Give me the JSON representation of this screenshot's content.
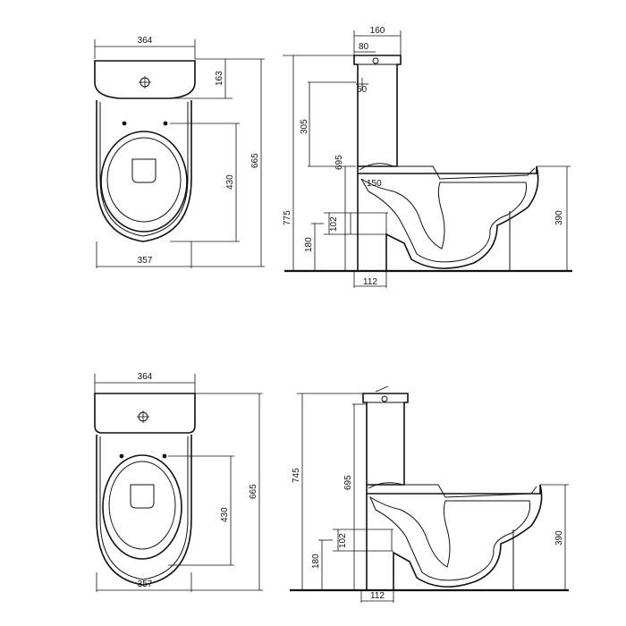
{
  "drawings": [
    {
      "top_view": {
        "width_top": "364",
        "tank_depth": "163",
        "length_total": "665",
        "seat_length": "430",
        "width_bottom": "357"
      },
      "side_view": {
        "tank_width": "160",
        "inlet_offset": "80",
        "inlet_size": "50",
        "inlet_height": "305",
        "tank_bottom": "695",
        "total_height": "775",
        "outlet_diameter": "102",
        "outlet_height": "180",
        "outlet_offset": "150",
        "base_width": "112",
        "bowl_height": "390"
      }
    },
    {
      "top_view": {
        "width_top": "364",
        "length_total": "665",
        "seat_length": "430",
        "width_bottom": "357"
      },
      "side_view": {
        "total_height": "745",
        "tank_bottom": "695",
        "outlet_diameter": "102",
        "outlet_height": "180",
        "base_width": "112",
        "bowl_height": "390"
      }
    }
  ]
}
